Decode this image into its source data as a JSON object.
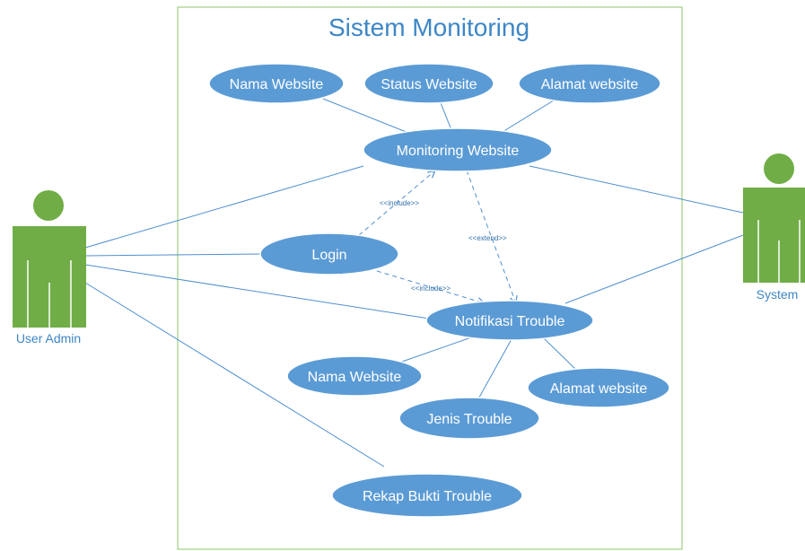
{
  "system": {
    "title": "Sistem Monitoring"
  },
  "actors": {
    "user_admin": "User Admin",
    "system": "System"
  },
  "use_cases": {
    "nama_website_top": "Nama Website",
    "status_website": "Status Website",
    "alamat_website_top": "Alamat website",
    "monitoring_website": "Monitoring Website",
    "login": "Login",
    "notifikasi_trouble": "Notifikasi Trouble",
    "nama_website_bottom": "Nama Website",
    "alamat_website_bottom": "Alamat website",
    "jenis_trouble": "Jenis Trouble",
    "rekap_bukti_trouble": "Rekap Bukti Trouble"
  },
  "relations": {
    "include_monitoring": "<<include>>",
    "extend_notifikasi": "<<extend>>",
    "include_notifikasi": "<<include>>"
  },
  "colors": {
    "use_case_fill": "#5b9bd5",
    "actor_fill": "#71ad47",
    "boundary_stroke": "#8fc46a",
    "title_text": "#3d86c6",
    "line": "#4f8fcf"
  }
}
